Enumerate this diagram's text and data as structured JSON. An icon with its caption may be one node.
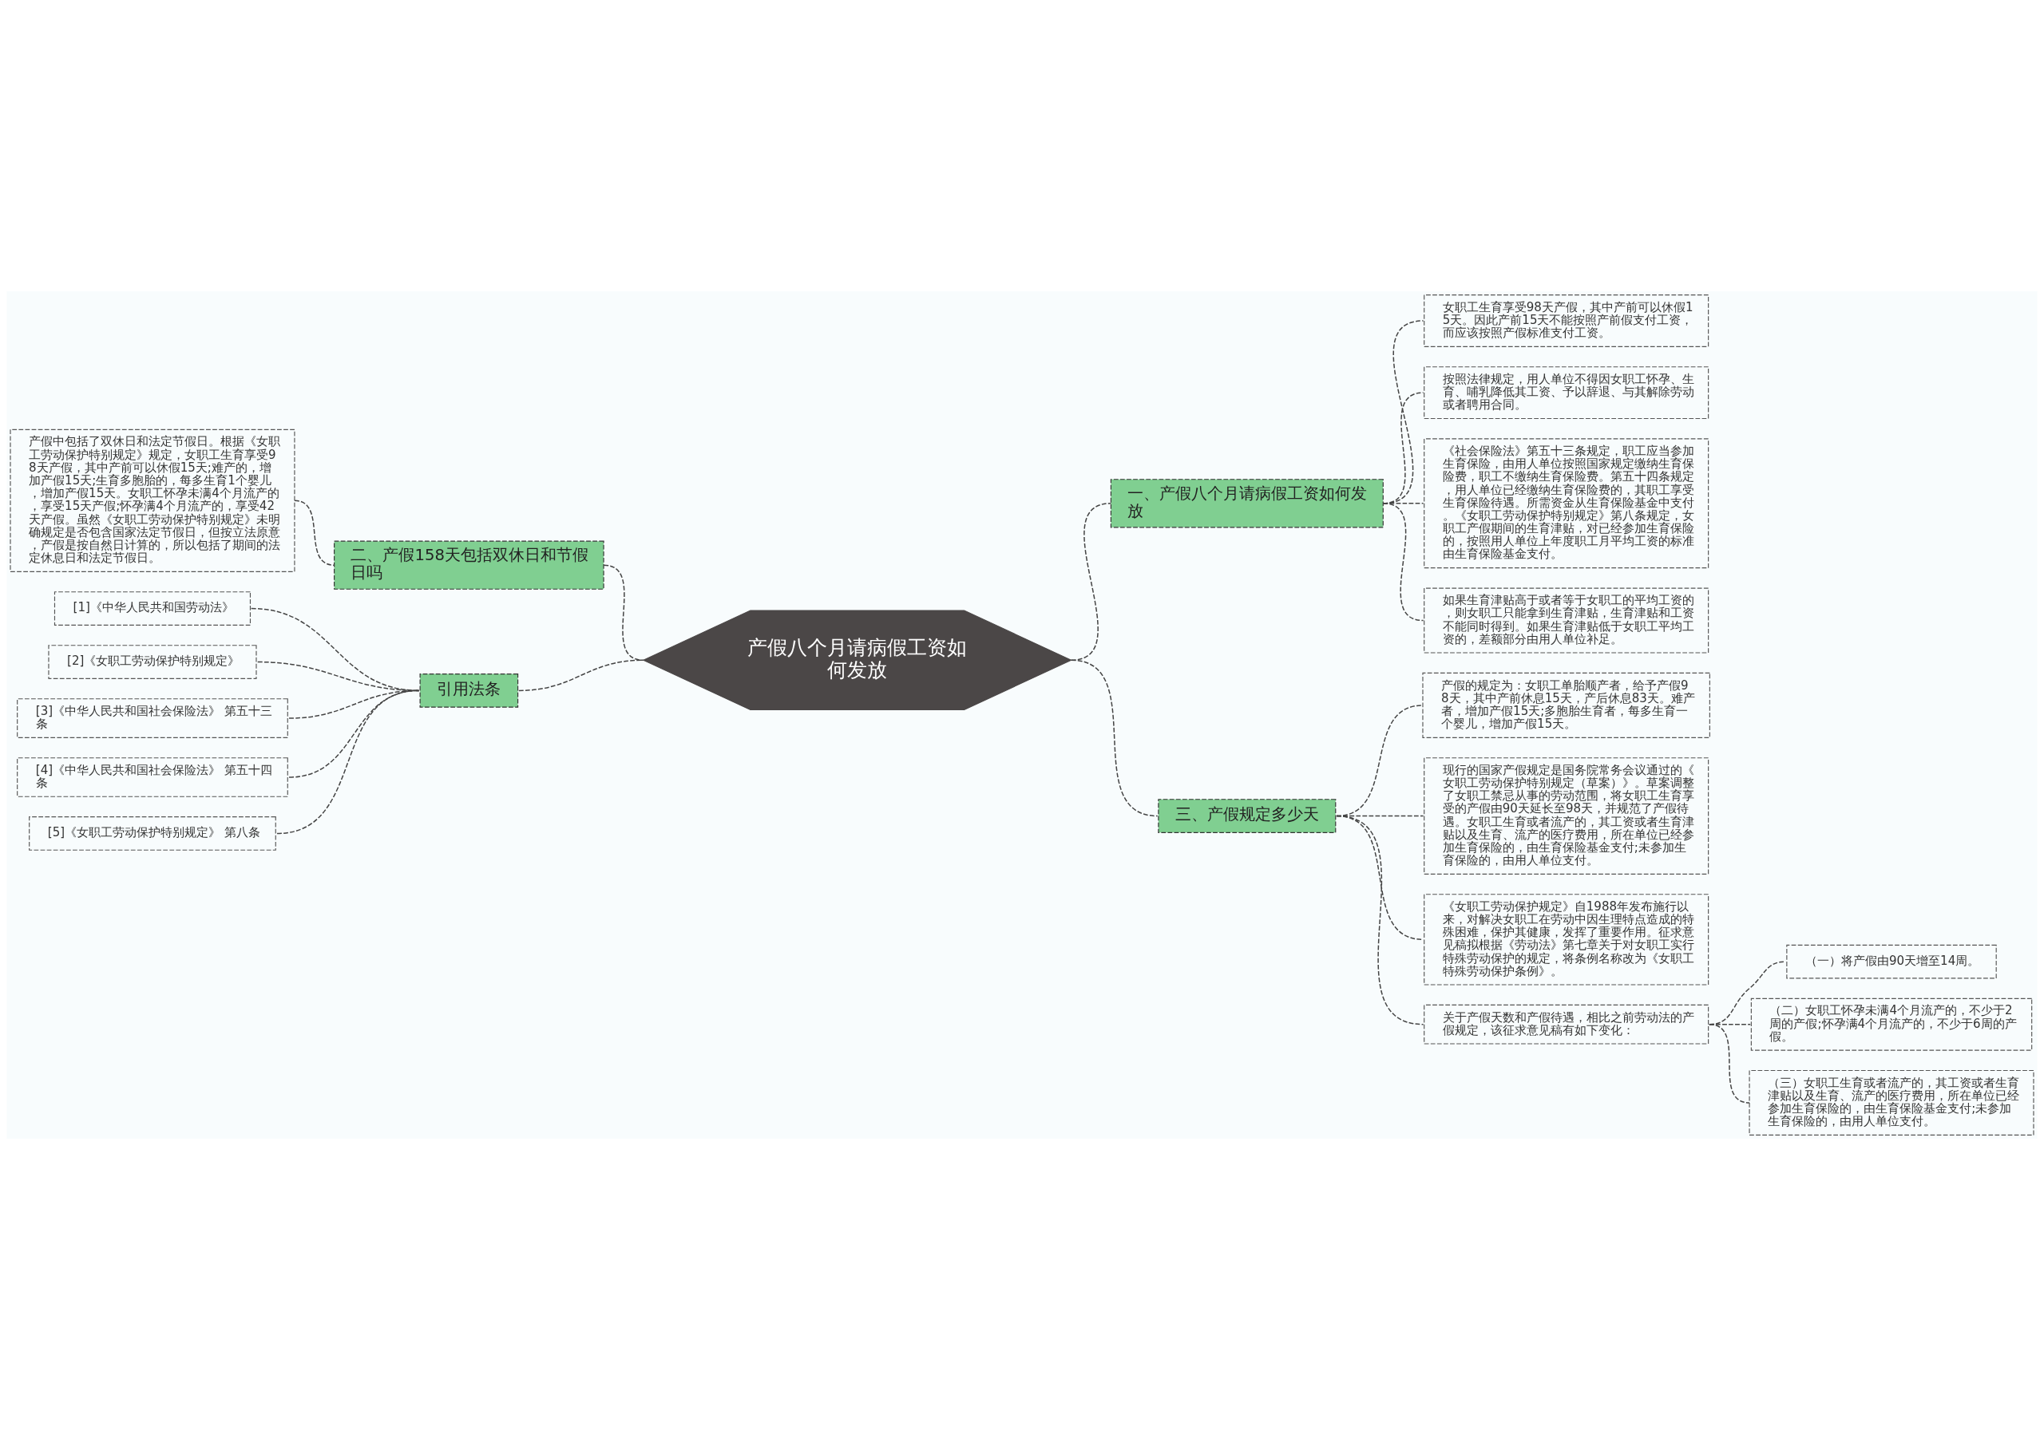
{
  "diagram": {
    "nodes": [
      {
        "text": [
          "产假八个月请病假工资如何发放"
        ]
      },
      {
        "text": [
          "一、产假八个月请病假工资如何发放"
        ]
      },
      {
        "text": [
          "女职工生育享受98天产假，其中产前可以休假15天。因此产前15天不能按照产前假支付工资，而应该按照产假标准支付工资。"
        ]
      },
      {
        "text": [
          "按照法律规定，用人单位不得因女职工怀孕、生育、哺乳降低其工资、予以辞退、与其解除劳动或者聘用合同。"
        ]
      },
      {
        "text": [
          "《社会保险法》第五十三条规定，职工应当参加生育保险，由用人单位按照国家规定缴纳生育保险费，职工不缴纳生育保险费。第五十四条规定，用人单位已经缴纳生育保险费的，其职工享受生育保险待遇。所需资金从生育保险基金中支付。《女职工劳动保护特别规定》第八条规定，女职工产假期间的生育津贴，对已经参加生育保险的，按照用人单位上年度职工月平均工资的标准由生育保险基金支付。"
        ]
      },
      {
        "text": [
          "如果生育津贴高于或者等于女职工的平均工资的，则女职工只能拿到生育津贴，生育津贴和工资不能同时得到。如果生育津贴低于女职工平均工资的，差额部分由用人单位补足。"
        ]
      },
      {
        "text": [
          "二、产假158天包括双休日和节假日吗"
        ]
      },
      {
        "text": [
          "产假中包括了双休日和法定节假日。根据《女职工劳动保护特别规定》规定，女职工生育享受98天产假，其中产前可以休假15天;难产的，增加产假15天;生育多胞胎的，每多生育1个婴儿，增加产假15天。女职工怀孕未满4个月流产的，享受15天产假;怀孕满4个月流产的，享受42天产假。虽然《女职工劳动保护特别规定》未明确规定是否包含国家法定节假日，但按立法原意，产假是按自然日计算的，所以包括了期间的法定休息日和法定节假日。"
        ]
      },
      {
        "text": [
          "三、产假规定多少天"
        ]
      },
      {
        "text": [
          "产假的规定为：女职工单胎顺产者，给予产假98天，其中产前休息15天，产后休息83天。难产者，增加产假15天;多胞胎生育者，每多生育一个婴儿，增加产假15天。"
        ]
      },
      {
        "text": [
          "现行的国家产假规定是国务院常务会议通过的《女职工劳动保护特别规定（草案）》。草案调整了女职工禁忌从事的劳动范围，将女职工生育享受的产假由90天延长至98天，并规范了产假待遇。女职工生育或者流产的，其工资或者生育津贴以及生育、流产的医疗费用，所在单位已经参加生育保险的，由生育保险基金支付;未参加生育保险的，由用人单位支付。"
        ]
      },
      {
        "text": [
          "《女职工劳动保护规定》自1988年发布施行以来，对解决女职工在劳动中因生理特点造成的特殊困难，保护其健康，发挥了重要作用。征求意见稿拟根据《劳动法》第七章关于对女职工实行特殊劳动保护的规定，将条例名称改为《女职工特殊劳动保护条例》。"
        ]
      },
      {
        "text": [
          "关于产假天数和产假待遇，相比之前劳动法的产假规定，该征求意见稿有如下变化："
        ]
      },
      {
        "text": [
          "（一）将产假由90天增至14周。"
        ]
      },
      {
        "text": [
          "（二）女职工怀孕未满4个月流产的，不少于2周的产假;怀孕满4个月流产的，不少于6周的产假。"
        ]
      },
      {
        "text": [
          "（三）女职工生育或者流产的，其工资或者生育津贴以及生育、流产的医疗费用，所在单位已经参加生育保险的，由生育保险基金支付;未参加生育保险的，由用人单位支付。"
        ]
      },
      {
        "text": [
          "引用法条"
        ]
      },
      {
        "text": [
          "[1]《中华人民共和国劳动法》"
        ]
      },
      {
        "text": [
          "[2]《女职工劳动保护特别规定》"
        ]
      },
      {
        "text": [
          "[3]《中华人民共和国社会保险法》 第五十三条"
        ]
      },
      {
        "text": [
          "[4]《中华人民共和国社会保险法》 第五十四条"
        ]
      },
      {
        "text": [
          "[5]《女职工劳动保护特别规定》 第八条"
        ]
      }
    ],
    "edges": [
      {
        "from": 0,
        "to": 1,
        "arrow": "none",
        "style": "dashed"
      },
      {
        "from": 1,
        "to": 2,
        "arrow": "none",
        "style": "dashed"
      },
      {
        "from": 1,
        "to": 3,
        "arrow": "none",
        "style": "dashed"
      },
      {
        "from": 1,
        "to": 4,
        "arrow": "none",
        "style": "dashed"
      },
      {
        "from": 1,
        "to": 5,
        "arrow": "none",
        "style": "dashed"
      },
      {
        "from": 0,
        "to": 6,
        "arrow": "none",
        "style": "dashed"
      },
      {
        "from": 6,
        "to": 7,
        "arrow": "none",
        "style": "dashed"
      },
      {
        "from": 0,
        "to": 8,
        "arrow": "none",
        "style": "dashed"
      },
      {
        "from": 8,
        "to": 9,
        "arrow": "none",
        "style": "dashed"
      },
      {
        "from": 8,
        "to": 10,
        "arrow": "none",
        "style": "dashed"
      },
      {
        "from": 8,
        "to": 11,
        "arrow": "none",
        "style": "dashed"
      },
      {
        "from": 8,
        "to": 12,
        "arrow": "none",
        "style": "dashed"
      },
      {
        "from": 12,
        "to": 13,
        "arrow": "none",
        "style": "dashed"
      },
      {
        "from": 12,
        "to": 14,
        "arrow": "none",
        "style": "dashed"
      },
      {
        "from": 12,
        "to": 15,
        "arrow": "none",
        "style": "dashed"
      },
      {
        "from": 0,
        "to": 16,
        "arrow": "none",
        "style": "dashed"
      },
      {
        "from": 16,
        "to": 17,
        "arrow": "none",
        "style": "dashed"
      },
      {
        "from": 16,
        "to": 18,
        "arrow": "none",
        "style": "dashed"
      },
      {
        "from": 16,
        "to": 19,
        "arrow": "none",
        "style": "dashed"
      },
      {
        "from": 16,
        "to": 20,
        "arrow": "none",
        "style": "dashed"
      },
      {
        "from": 16,
        "to": 21,
        "arrow": "none",
        "style": "dashed"
      }
    ]
  }
}
